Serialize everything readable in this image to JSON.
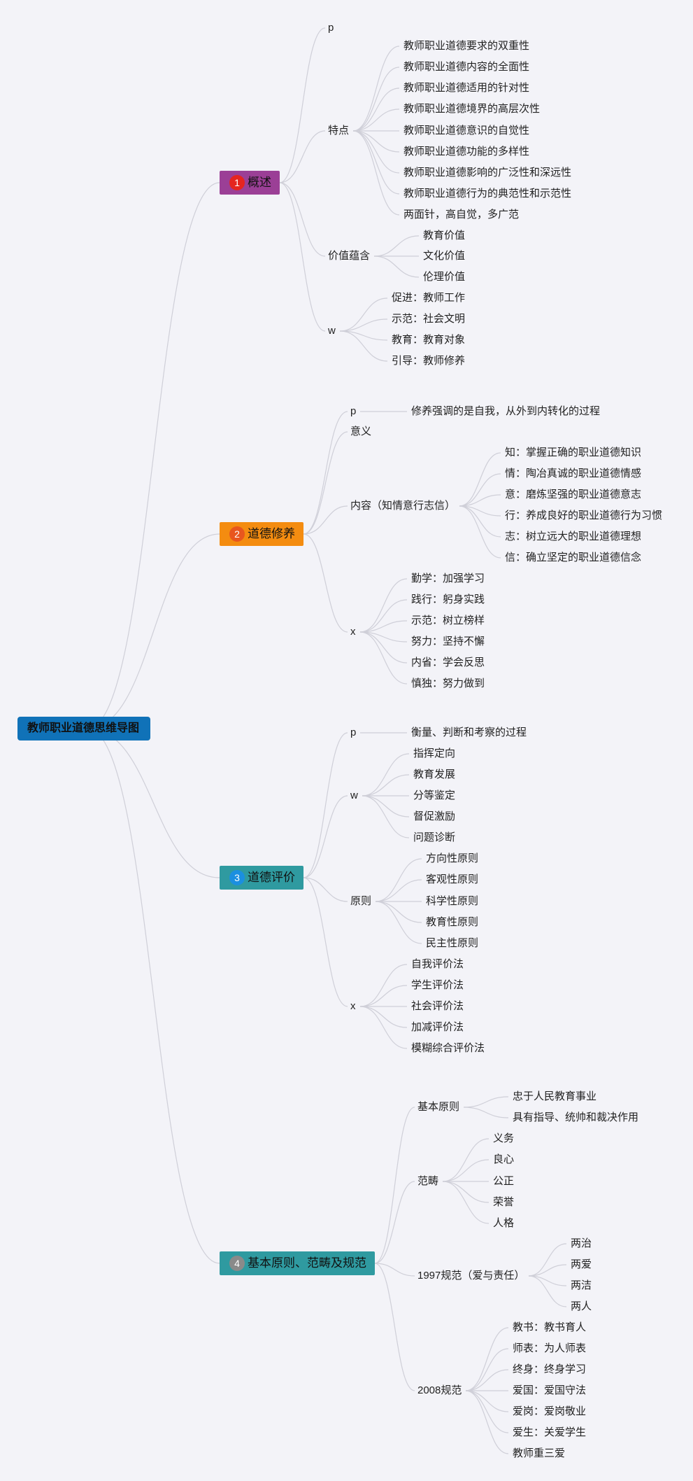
{
  "root": {
    "label": "教师职业道德思维导图"
  },
  "colors": {
    "link": "#cfcfd8",
    "root_bg": "#1072b8",
    "branches": [
      {
        "bg": "#9b3f96",
        "badge": "#e52520"
      },
      {
        "bg": "#f48c10",
        "badge": "#e8561e"
      },
      {
        "bg": "#2f9aa0",
        "badge": "#1b8fe0"
      },
      {
        "bg": "#2f9aa0",
        "badge": "#8a8a8a"
      }
    ]
  },
  "branches": [
    {
      "badge": "1",
      "label": "概述",
      "children": [
        {
          "label": "p",
          "children": []
        },
        {
          "label": "特点",
          "children": [
            {
              "label": "教师职业道德要求的双重性"
            },
            {
              "label": "教师职业道德内容的全面性"
            },
            {
              "label": "教师职业道德适用的针对性"
            },
            {
              "label": "教师职业道德境界的高层次性"
            },
            {
              "label": "教师职业道德意识的自觉性"
            },
            {
              "label": "教师职业道德功能的多样性"
            },
            {
              "label": "教师职业道德影响的广泛性和深远性"
            },
            {
              "label": "教师职业道德行为的典范性和示范性"
            },
            {
              "label": "两面针，高自觉，多广范"
            }
          ]
        },
        {
          "label": "价值蕴含",
          "children": [
            {
              "label": "教育价值"
            },
            {
              "label": "文化价值"
            },
            {
              "label": "伦理价值"
            }
          ]
        },
        {
          "label": "w",
          "children": [
            {
              "label": "促进：教师工作"
            },
            {
              "label": "示范：社会文明"
            },
            {
              "label": "教育：教育对象"
            },
            {
              "label": "引导：教师修养"
            }
          ]
        }
      ]
    },
    {
      "badge": "2",
      "label": "道德修养",
      "children": [
        {
          "label": "p",
          "children": [
            {
              "label": "修养强调的是自我，从外到内转化的过程"
            }
          ]
        },
        {
          "label": "意义",
          "children": []
        },
        {
          "label": "内容（知情意行志信）",
          "children": [
            {
              "label": "知：掌握正确的职业道德知识"
            },
            {
              "label": "情：陶冶真诚的职业道德情感"
            },
            {
              "label": "意：磨炼坚强的职业道德意志"
            },
            {
              "label": "行：养成良好的职业道德行为习惯"
            },
            {
              "label": "志：树立远大的职业道德理想"
            },
            {
              "label": "信：确立坚定的职业道德信念"
            }
          ]
        },
        {
          "label": "x",
          "children": [
            {
              "label": "勤学：加强学习"
            },
            {
              "label": "践行：躬身实践"
            },
            {
              "label": "示范：树立榜样"
            },
            {
              "label": "努力：坚持不懈"
            },
            {
              "label": "内省：学会反思"
            },
            {
              "label": "慎独：努力做到"
            }
          ]
        }
      ]
    },
    {
      "badge": "3",
      "label": "道德评价",
      "children": [
        {
          "label": "p",
          "children": [
            {
              "label": "衡量、判断和考察的过程"
            }
          ]
        },
        {
          "label": "w",
          "children": [
            {
              "label": "指挥定向"
            },
            {
              "label": "教育发展"
            },
            {
              "label": "分等鉴定"
            },
            {
              "label": "督促激励"
            },
            {
              "label": "问题诊断"
            }
          ]
        },
        {
          "label": "原则",
          "children": [
            {
              "label": "方向性原则"
            },
            {
              "label": "客观性原则"
            },
            {
              "label": "科学性原则"
            },
            {
              "label": "教育性原则"
            },
            {
              "label": "民主性原则"
            }
          ]
        },
        {
          "label": "x",
          "children": [
            {
              "label": "自我评价法"
            },
            {
              "label": "学生评价法"
            },
            {
              "label": "社会评价法"
            },
            {
              "label": "加减评价法"
            },
            {
              "label": "模糊综合评价法"
            }
          ]
        }
      ]
    },
    {
      "badge": "4",
      "label": "基本原则、范畴及规范",
      "children": [
        {
          "label": "基本原则",
          "children": [
            {
              "label": "忠于人民教育事业"
            },
            {
              "label": "具有指导、统帅和裁决作用"
            }
          ]
        },
        {
          "label": "范畴",
          "children": [
            {
              "label": "义务"
            },
            {
              "label": "良心"
            },
            {
              "label": "公正"
            },
            {
              "label": "荣誉"
            },
            {
              "label": "人格"
            }
          ]
        },
        {
          "label": "1997规范（爱与责任）",
          "children": [
            {
              "label": "两治"
            },
            {
              "label": "两爱"
            },
            {
              "label": "两洁"
            },
            {
              "label": "两人"
            }
          ]
        },
        {
          "label": "2008规范",
          "children": [
            {
              "label": "教书：教书育人"
            },
            {
              "label": "师表：为人师表"
            },
            {
              "label": "终身：终身学习"
            },
            {
              "label": "爱国：爱国守法"
            },
            {
              "label": "爱岗：爱岗敬业"
            },
            {
              "label": "爱生：关爱学生"
            },
            {
              "label": "教师重三爱"
            }
          ]
        }
      ]
    }
  ]
}
